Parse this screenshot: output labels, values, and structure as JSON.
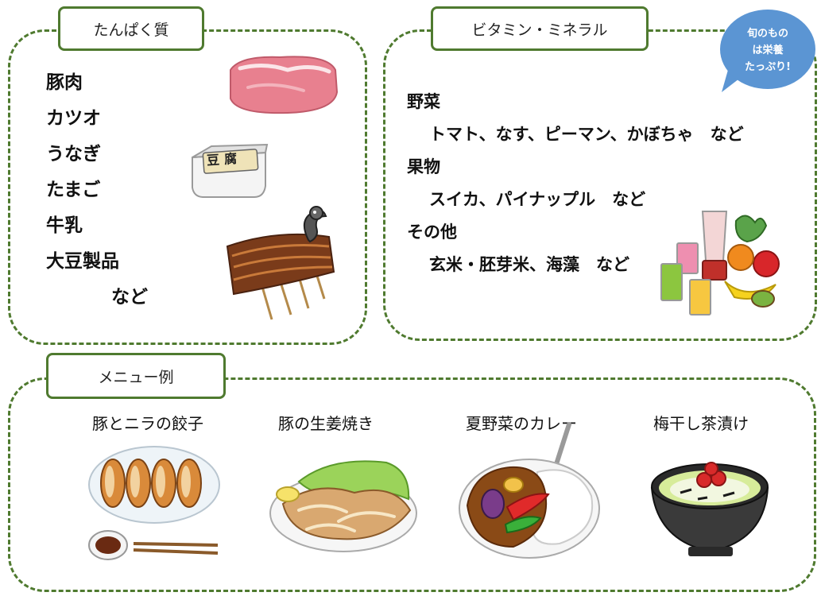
{
  "protein": {
    "title": "たんぱく質",
    "items": [
      "豚肉",
      "カツオ",
      "うなぎ",
      "たまご",
      "牛乳",
      "大豆製品"
    ],
    "etc": "など",
    "tofu_label": "豆腐"
  },
  "vitamin": {
    "title": "ビタミン・ミネラル",
    "bubble_line1": "旬のもの",
    "bubble_line2": "は栄養",
    "bubble_line3": "たっぷり!",
    "veg_label": "野菜",
    "veg_items": "トマト、なす、ピーマン、かぼちゃ　など",
    "fruit_label": "果物",
    "fruit_items": "スイカ、パイナップル　など",
    "other_label": "その他",
    "other_items": "玄米・胚芽米、海藻　など"
  },
  "menu": {
    "title": "メニュー例",
    "items": [
      "豚とニラの餃子",
      "豚の生姜焼き",
      "夏野菜のカレー",
      "梅干し茶漬け"
    ]
  },
  "colors": {
    "border": "#4f7a2f",
    "bubble": "#5b95d3"
  }
}
